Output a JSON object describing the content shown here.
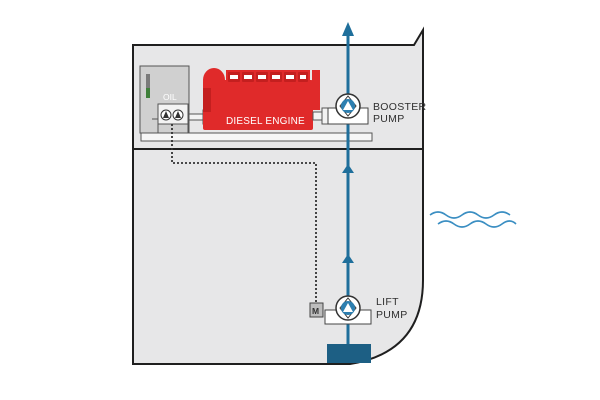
{
  "labels": {
    "oil": "OIL",
    "diesel_engine": "DIESEL ENGINE",
    "booster_pump_line1": "BOOSTER",
    "booster_pump_line2": "PUMP",
    "lift_pump_line1": "LIFT",
    "lift_pump_line2": "PUMP",
    "motor": "M"
  },
  "colors": {
    "hull_fill": "#e7e7e8",
    "hull_stroke": "#1f1f1f",
    "engine_red": "#e02a2a",
    "pipe_blue": "#1f6f9b",
    "pump_blue": "#2d7fb0",
    "water_blue": "#3a8ec2",
    "outlet_block": "#1d5f84"
  },
  "icons": {
    "booster_pump": "centrifugal-pump-icon",
    "lift_pump": "centrifugal-pump-icon",
    "oil_pumps": "oil-pump-icon",
    "waves": "water-waves-icon",
    "flow_arrows": "arrow-up-icon"
  }
}
